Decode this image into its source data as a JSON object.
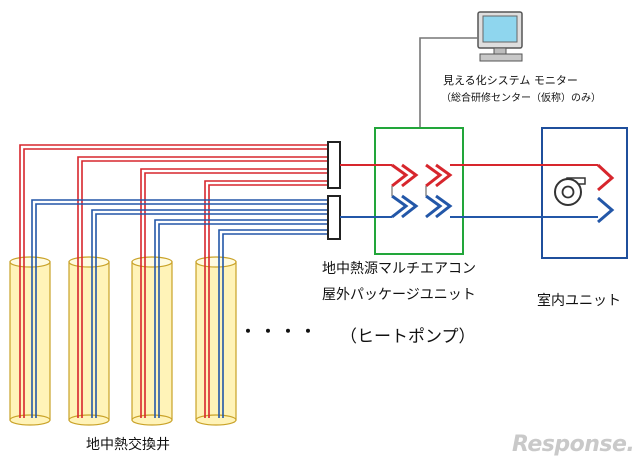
{
  "labels": {
    "monitor_line1": "見える化システム モニター",
    "monitor_line2": "（総合研修センター（仮称）のみ）",
    "outdoor_line1": "地中熱源マルチエアコン",
    "outdoor_line2": "屋外パッケージユニット",
    "outdoor_line3": "（ヒートポンプ）",
    "indoor_unit": "室内ユニット",
    "wells": "地中熱交換井",
    "ellipsis": "・・・・"
  },
  "watermark": "Response.",
  "colors": {
    "supply_pipe": "#d7262d",
    "return_pipe": "#2357a8",
    "outdoor_box": "#22a63a",
    "indoor_box": "#1f4f9c",
    "well_fill": "#fff3b8",
    "well_stroke": "#c9a227",
    "monitor_screen": "#8fd6ee"
  }
}
